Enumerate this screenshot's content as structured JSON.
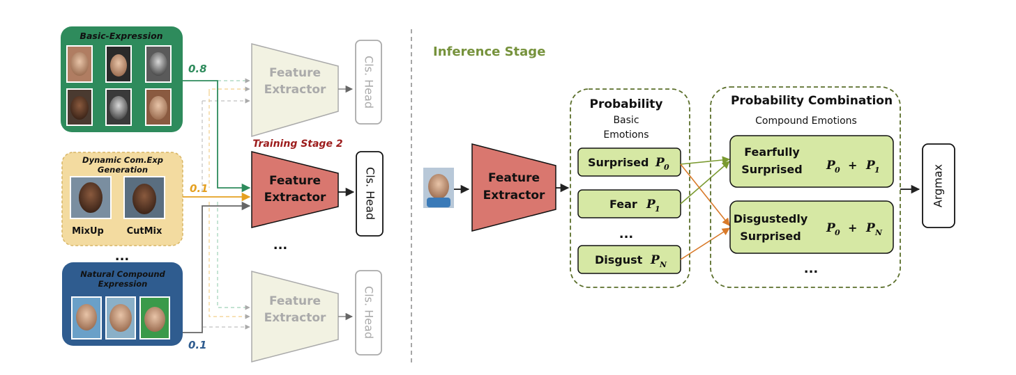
{
  "training": {
    "basic_title": "Basic-Expression",
    "dynamic_title_1": "Dynamic Com.Exp",
    "dynamic_title_2": "Generation",
    "mixup_label": "MixUp",
    "cutmix_label": "CutMix",
    "ellipsis_left": "...",
    "natural_title_1": "Natural Compound",
    "natural_title_2": "Expression",
    "weight_basic": "0.8",
    "weight_dynamic": "0.1",
    "weight_natural": "0.1",
    "stage2_label": "Training Stage 2",
    "extractor_line1": "Feature",
    "extractor_line2": "Extractor",
    "cls_head": "Cls. Head",
    "ellipsis_middle": "..."
  },
  "inference": {
    "title": "Inference Stage",
    "extractor_line1": "Feature",
    "extractor_line2": "Extractor",
    "prob_title": "Probability",
    "prob_sub1": "Basic",
    "prob_sub2": "Emotions",
    "surprised": "Surprised",
    "fear": "Fear",
    "disgust": "Disgust",
    "prob_ellipsis": "...",
    "p0": "P",
    "p0_sub": "0",
    "p1": "P",
    "p1_sub": "1",
    "pn": "P",
    "pn_sub": "N",
    "comb_title": "Probability Combination",
    "comb_sub": "Compound Emotions",
    "fearfully_1": "Fearfully",
    "fearfully_2": "Surprised",
    "fearfully_formula": "P",
    "f_sub_a": "0",
    "plus_1": "+",
    "f_p_b": "P",
    "f_sub_b": "1",
    "disgustedly_1": "Disgustedly",
    "disgustedly_2": "Surprised",
    "d_p_a": "P",
    "d_sub_a": "0",
    "plus_2": "+",
    "d_p_b": "P",
    "d_sub_b": "N",
    "comb_ellipsis": "...",
    "argmax": "Argmax"
  },
  "colors": {
    "basic_box": "#2e8b5c",
    "dynamic_box": "#f3dba0",
    "natural_box": "#2f5c8f",
    "extractor_active": "#d9776f",
    "extractor_faded": "#f2f2e2",
    "prob_box": "#d6e8a4",
    "inference_title": "#76923c",
    "stage2_label": "#9c1c1c",
    "arrow_green": "#2e8b5c",
    "arrow_orange": "#e5a020",
    "arrow_gray": "#666666",
    "comb_arrow_orange": "#d97a2a",
    "comb_arrow_green": "#7a9a30"
  },
  "icons": [
    "face-photo-icon"
  ]
}
